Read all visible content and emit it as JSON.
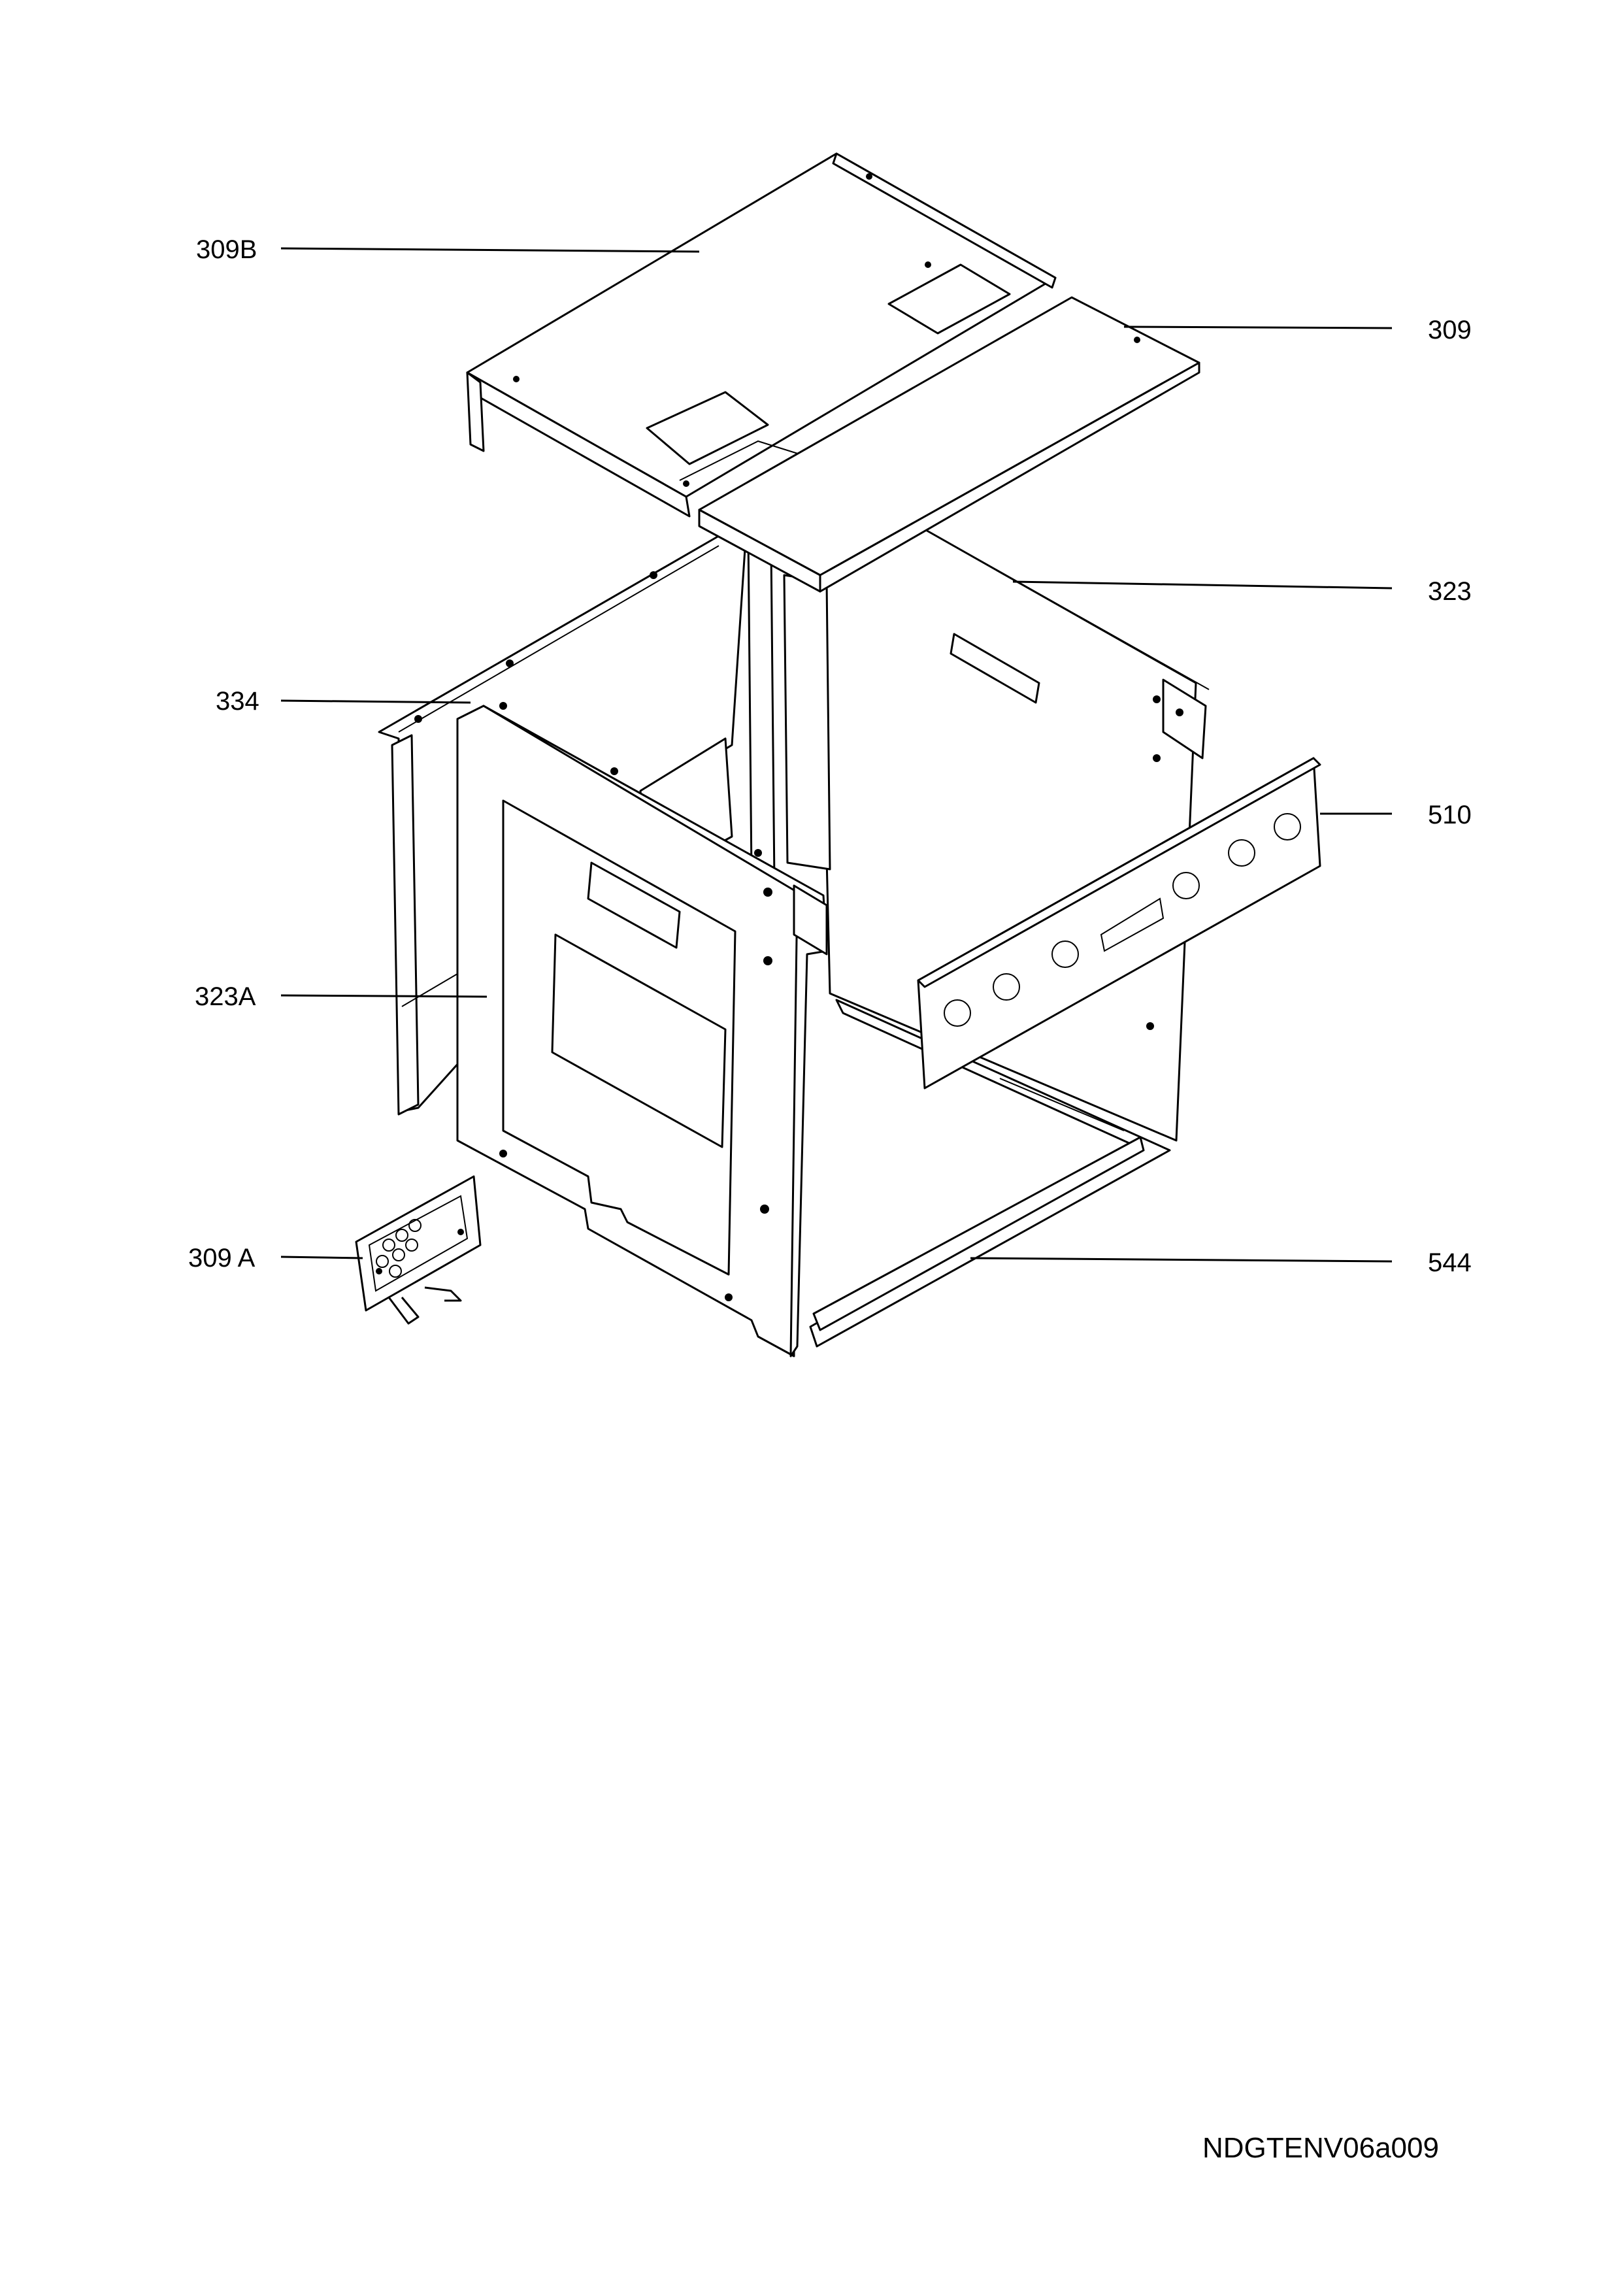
{
  "labels": {
    "part_309B": "309B",
    "part_309": "309",
    "part_323": "323",
    "part_334": "334",
    "part_510": "510",
    "part_323A": "323A",
    "part_309A": "309 A",
    "part_544": "544"
  },
  "reference_code": "NDGTENV06a009"
}
